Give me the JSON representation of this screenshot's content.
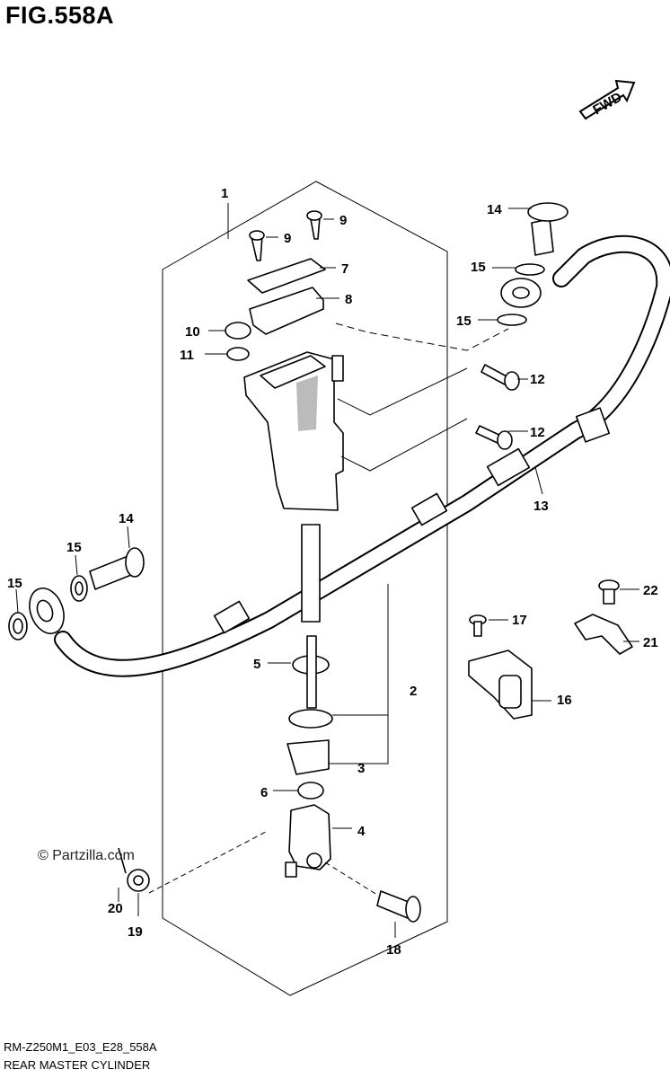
{
  "figure": {
    "title": "FIG.558A",
    "code": "RM-Z250M1_E03_E28_558A",
    "caption": "REAR MASTER CYLINDER",
    "watermark": "© Partzilla.com",
    "direction_tag": "FWD"
  },
  "callouts": [
    "1",
    "2",
    "3",
    "4",
    "5",
    "6",
    "7",
    "8",
    "9",
    "9",
    "10",
    "11",
    "12",
    "12",
    "13",
    "14",
    "14",
    "15",
    "15",
    "15",
    "15",
    "16",
    "17",
    "18",
    "19",
    "20",
    "21",
    "22"
  ]
}
